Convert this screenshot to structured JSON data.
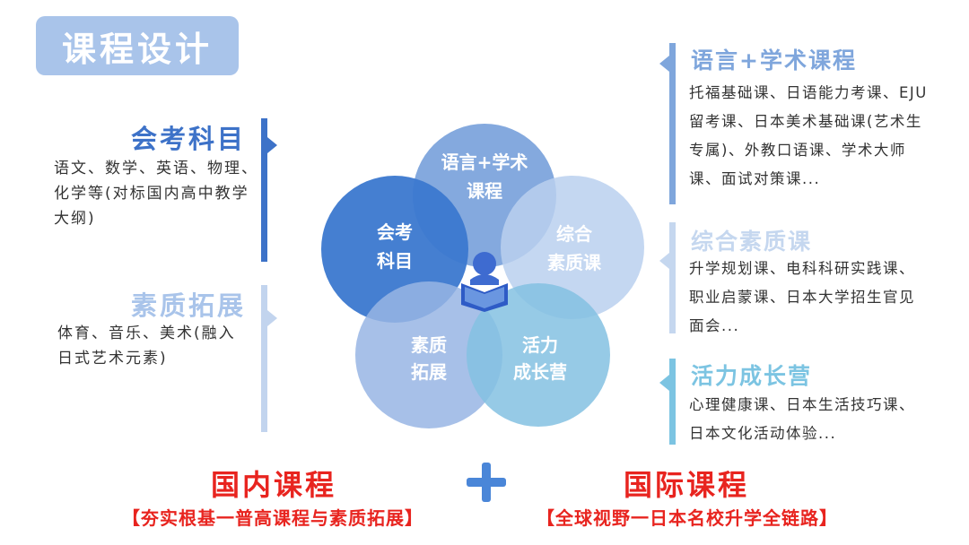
{
  "title": "课程设计",
  "left": [
    {
      "heading": "会考科目",
      "text": "语文、数学、英语、物理、化学等(对标国内高中教学大纲)",
      "color": "#3d72c8"
    },
    {
      "heading": "素质拓展",
      "text": "体育、音乐、美术(融入日式艺术元素)",
      "color": "#a9c4ea"
    }
  ],
  "right": [
    {
      "heading": "语言+学术课程",
      "text": "托福基础课、日语能力考课、EJU留考课、日本美术基础课(艺术生专属)、外教口语课、学术大师课、面试对策课...",
      "color": "#7fa6dc"
    },
    {
      "heading": "综合素质课",
      "text": "升学规划课、电科科研实践课、职业启蒙课、日本大学招生官见面会...",
      "color": "#c5d7ef"
    },
    {
      "heading": "活力成长营",
      "text": "心理健康课、日本生活技巧课、日本文化活动体验...",
      "color": "#7cc4e2"
    }
  ],
  "venn": [
    {
      "line1": "语言+学术",
      "line2": "课程",
      "color": "#6f9ad8"
    },
    {
      "line1": "会考",
      "line2": "科目",
      "color": "#3b78cf"
    },
    {
      "line1": "综合",
      "line2": "素质课",
      "color": "#bad0ee"
    },
    {
      "line1": "素质",
      "line2": "拓展",
      "color": "#98b5e4"
    },
    {
      "line1": "活力",
      "line2": "成长营",
      "color": "#84c1e2"
    }
  ],
  "bottom": {
    "domestic_title": "国内课程",
    "domestic_sub": "【夯实根基一普高课程与素质拓展】",
    "international_title": "国际课程",
    "international_sub": "【全球视野一日本名校升学全链路】"
  },
  "icons": {
    "center": "student-reading-icon",
    "plus": "plus-icon"
  }
}
